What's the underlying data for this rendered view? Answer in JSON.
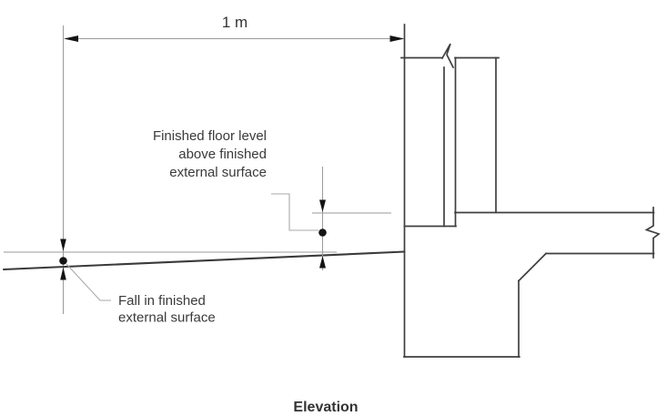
{
  "diagram": {
    "type": "construction-detail-elevation",
    "caption": "Elevation",
    "dimension": {
      "label": "1 m"
    },
    "labels": {
      "floor_level": {
        "line1": "Finished floor level",
        "line2": "above finished",
        "line3": "external surface"
      },
      "fall": {
        "line1": "Fall in finished",
        "line2": "external surface"
      }
    },
    "colors": {
      "background": "#ffffff",
      "drawing_line": "#3f3f3f",
      "reference_line": "#9a9a9a",
      "leader_line": "#aaaaaa",
      "marker": "#141414",
      "text": "#3a3a3a"
    }
  }
}
